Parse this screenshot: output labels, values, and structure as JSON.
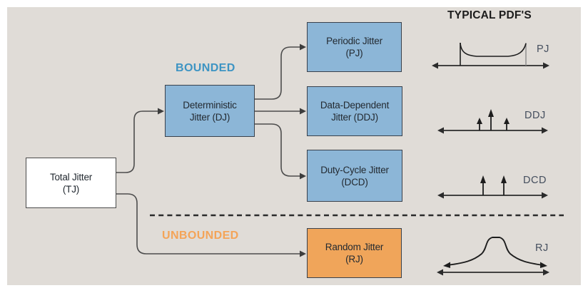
{
  "diagram": {
    "title": "TYPICAL PDF'S",
    "bounded_label": "BOUNDED",
    "unbounded_label": "UNBOUNDED",
    "nodes": {
      "tj": {
        "line1": "Total Jitter",
        "line2": "(TJ)"
      },
      "dj": {
        "line1": "Deterministic",
        "line2": "Jitter (DJ)"
      },
      "pj": {
        "line1": "Periodic Jitter",
        "line2": "(PJ)"
      },
      "ddj": {
        "line1": "Data-Dependent",
        "line2": "Jitter (DDJ)"
      },
      "dcd": {
        "line1": "Duty-Cycle Jitter",
        "line2": "(DCD)"
      },
      "rj": {
        "line1": "Random Jitter",
        "line2": "(RJ)"
      }
    },
    "pdf_labels": {
      "pj": "PJ",
      "ddj": "DDJ",
      "dcd": "DCD",
      "rj": "RJ"
    },
    "colors": {
      "panel_bg": "#e0dcd7",
      "bounded_text": "#3d94c3",
      "unbounded_text": "#f4a458",
      "blue_box": "#8cb6d7",
      "orange_box": "#f0a55a",
      "white_box": "#ffffff",
      "connector": "#4d4d4d",
      "pdf_ink": "#1d1d1d",
      "pdf_label": "#454f5e"
    }
  }
}
